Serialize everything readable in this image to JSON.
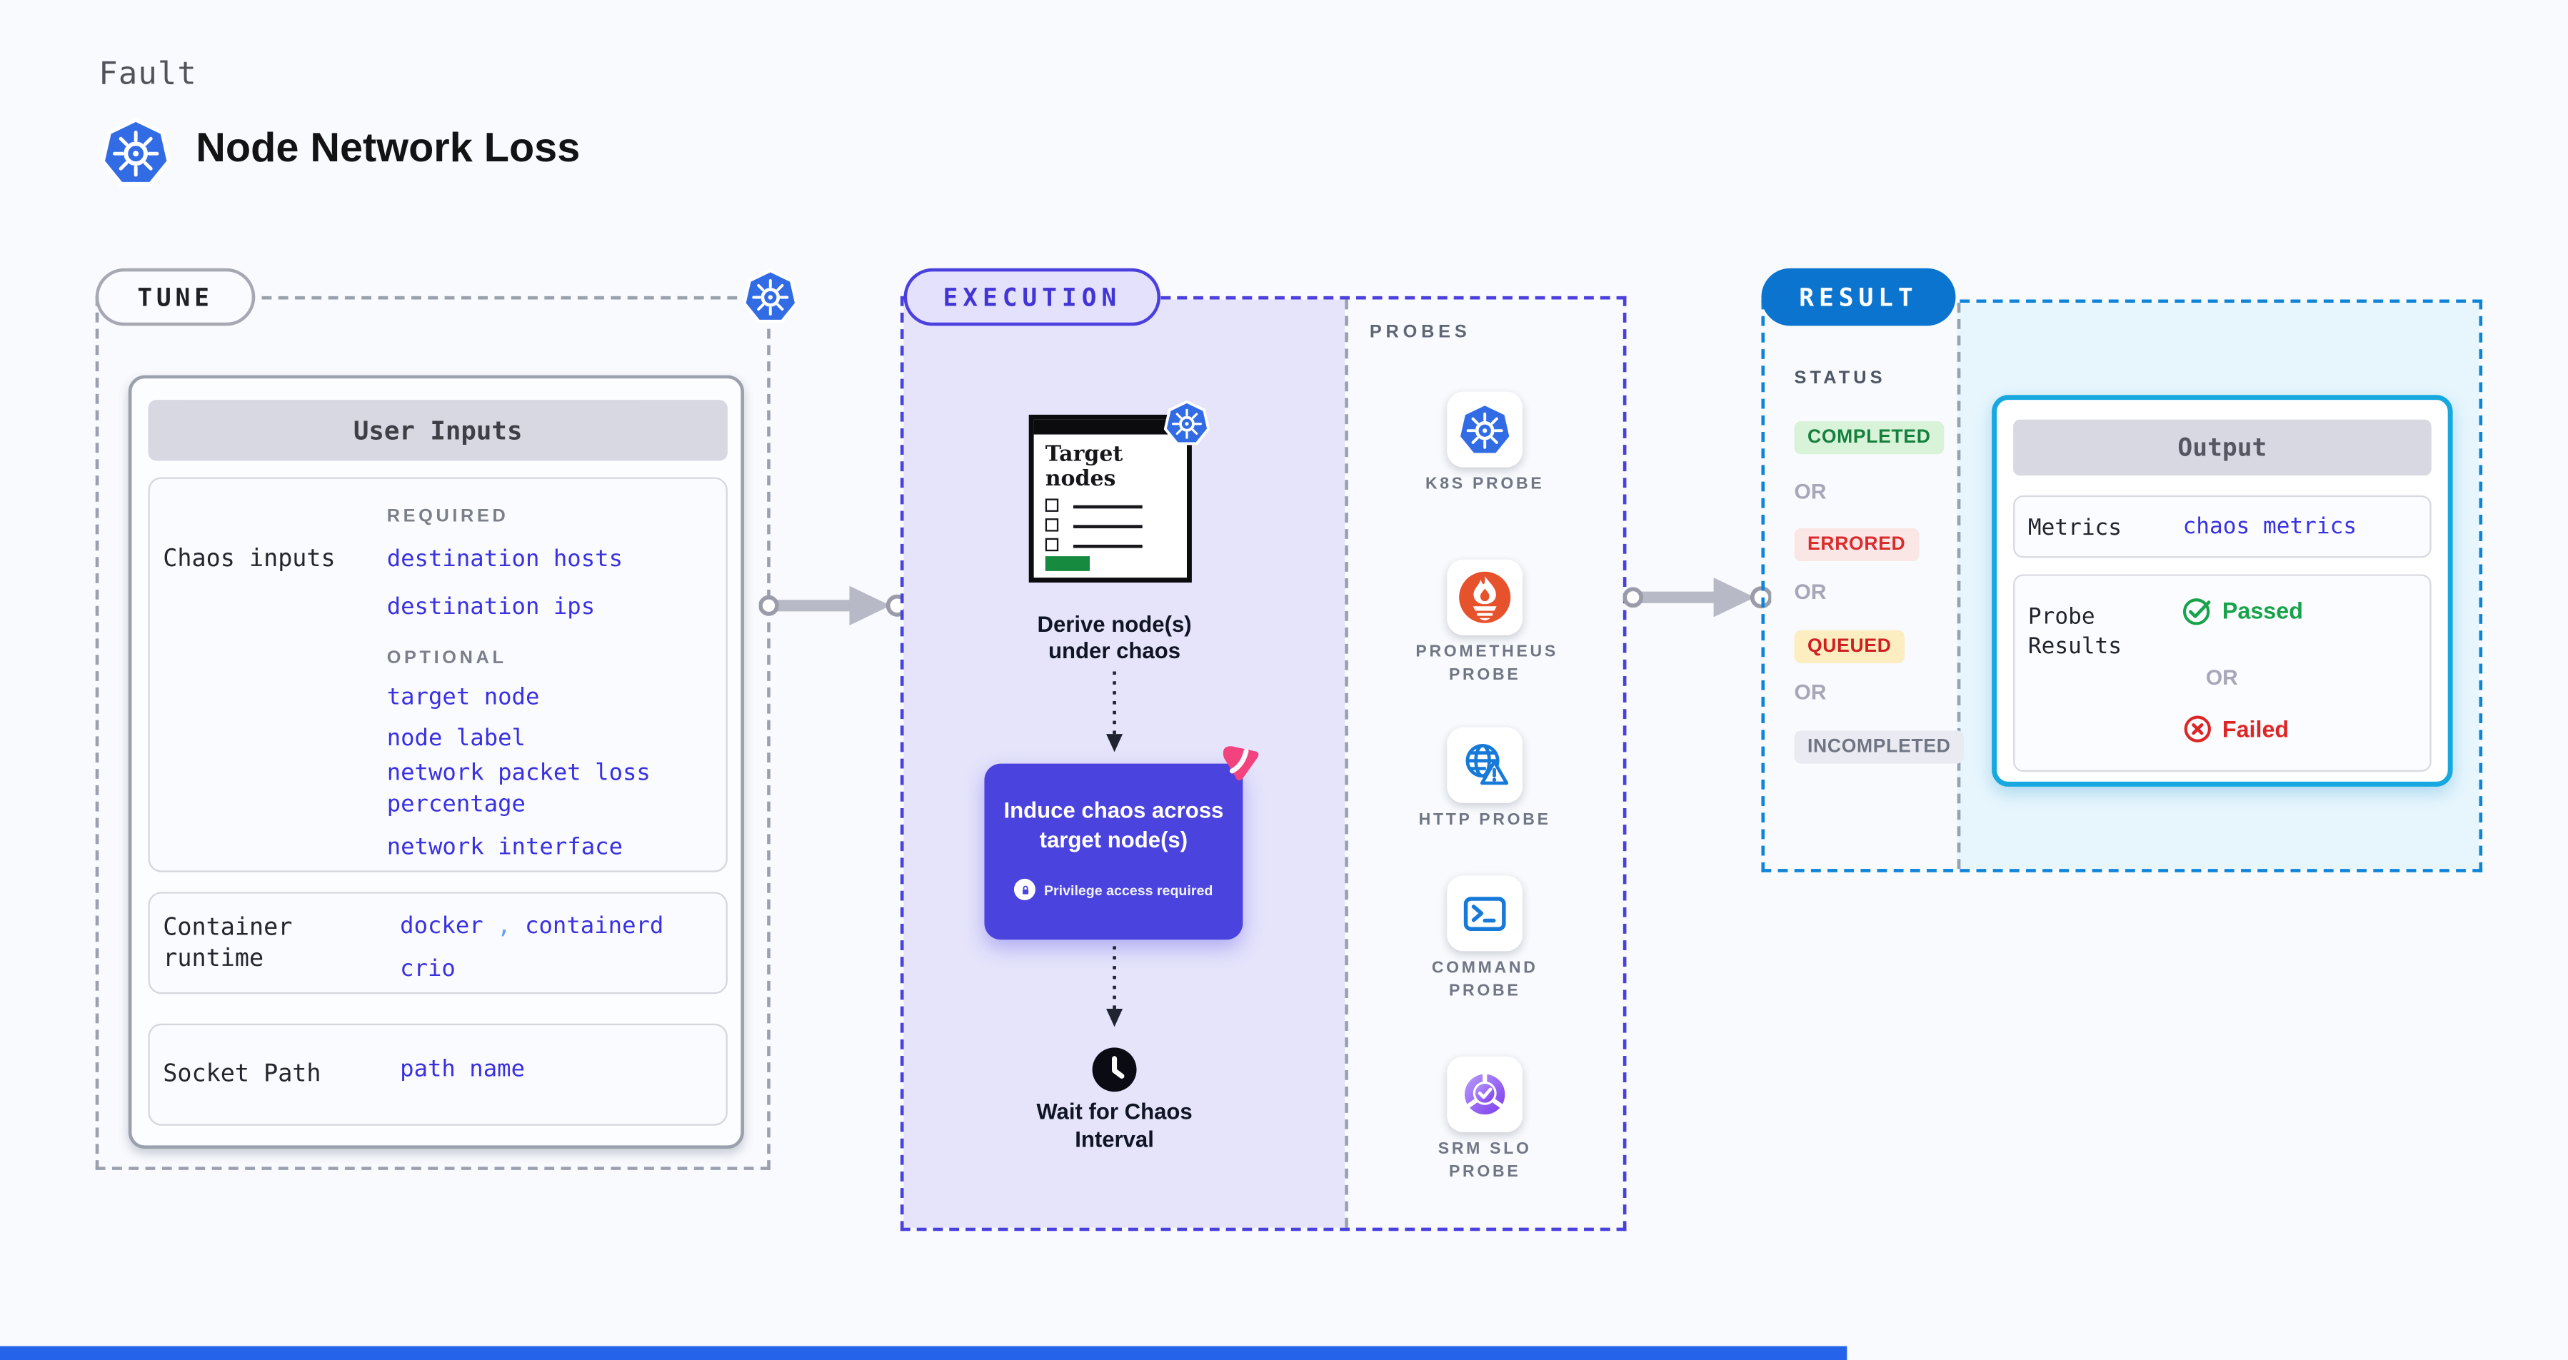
{
  "header": {
    "fault_label": "Fault",
    "title": "Node Network Loss",
    "icon": "kubernetes-logo"
  },
  "tune": {
    "label": "TUNE",
    "user_inputs": {
      "header": "User Inputs",
      "chaos": {
        "label": "Chaos inputs",
        "required_heading": "REQUIRED",
        "required": [
          "destination hosts",
          "destination ips"
        ],
        "optional_heading": "OPTIONAL",
        "optional": [
          "target node",
          "node label",
          "network packet loss percentage",
          "network interface"
        ]
      },
      "runtime": {
        "label": "Container runtime",
        "values": [
          "docker",
          "containerd",
          "crio"
        ],
        "separator": ","
      },
      "socket": {
        "label": "Socket Path",
        "value": "path name"
      }
    }
  },
  "execution": {
    "label": "EXECUTION",
    "target_nodes_title": "Target nodes",
    "derive_text": "Derive node(s) under chaos",
    "induce": {
      "text": "Induce chaos across target node(s)",
      "privilege_note": "Privilege access required"
    },
    "wait_text": "Wait for Chaos Interval"
  },
  "probes": {
    "heading": "PROBES",
    "items": [
      {
        "label": "K8S PROBE",
        "icon": "kubernetes-logo"
      },
      {
        "label": "PROMETHEUS PROBE",
        "icon": "prometheus-flame"
      },
      {
        "label": "HTTP PROBE",
        "icon": "globe-warning"
      },
      {
        "label": "COMMAND PROBE",
        "icon": "terminal-prompt"
      },
      {
        "label": "SRM SLO PROBE",
        "icon": "slo-donut-check"
      }
    ]
  },
  "result": {
    "label": "RESULT",
    "status_heading": "STATUS",
    "or_label": "OR",
    "statuses": [
      {
        "label": "COMPLETED",
        "text_color": "#15803d",
        "bg_color": "#d9f3d9"
      },
      {
        "label": "ERRORED",
        "text_color": "#d92c2c",
        "bg_color": "#fbe6e6"
      },
      {
        "label": "QUEUED",
        "text_color": "#ce2020",
        "bg_color": "#fceec0"
      },
      {
        "label": "INCOMPLETED",
        "text_color": "#6f7582",
        "bg_color": "#eaeaf2"
      }
    ],
    "output": {
      "header": "Output",
      "metrics_label": "Metrics",
      "metrics_value": "chaos metrics",
      "probe_results_label": "Probe Results",
      "passed_label": "Passed",
      "failed_label": "Failed",
      "or_label": "OR"
    }
  },
  "colors": {
    "kubernetes_blue": "#326ce5",
    "execution_indigo": "#4b43dd",
    "execution_fill": "#e5e4fb",
    "result_blue": "#0b74cf",
    "result_fill": "#e7f6fd",
    "output_border_cyan": "#16a8de",
    "mono_link_blue": "#3a31e0",
    "prometheus_orange": "#e6522c",
    "litmus_pink": "#f2437f",
    "passed_green": "#16a34a",
    "failed_red": "#dc2626",
    "bottom_bar_blue": "#2563eb"
  }
}
